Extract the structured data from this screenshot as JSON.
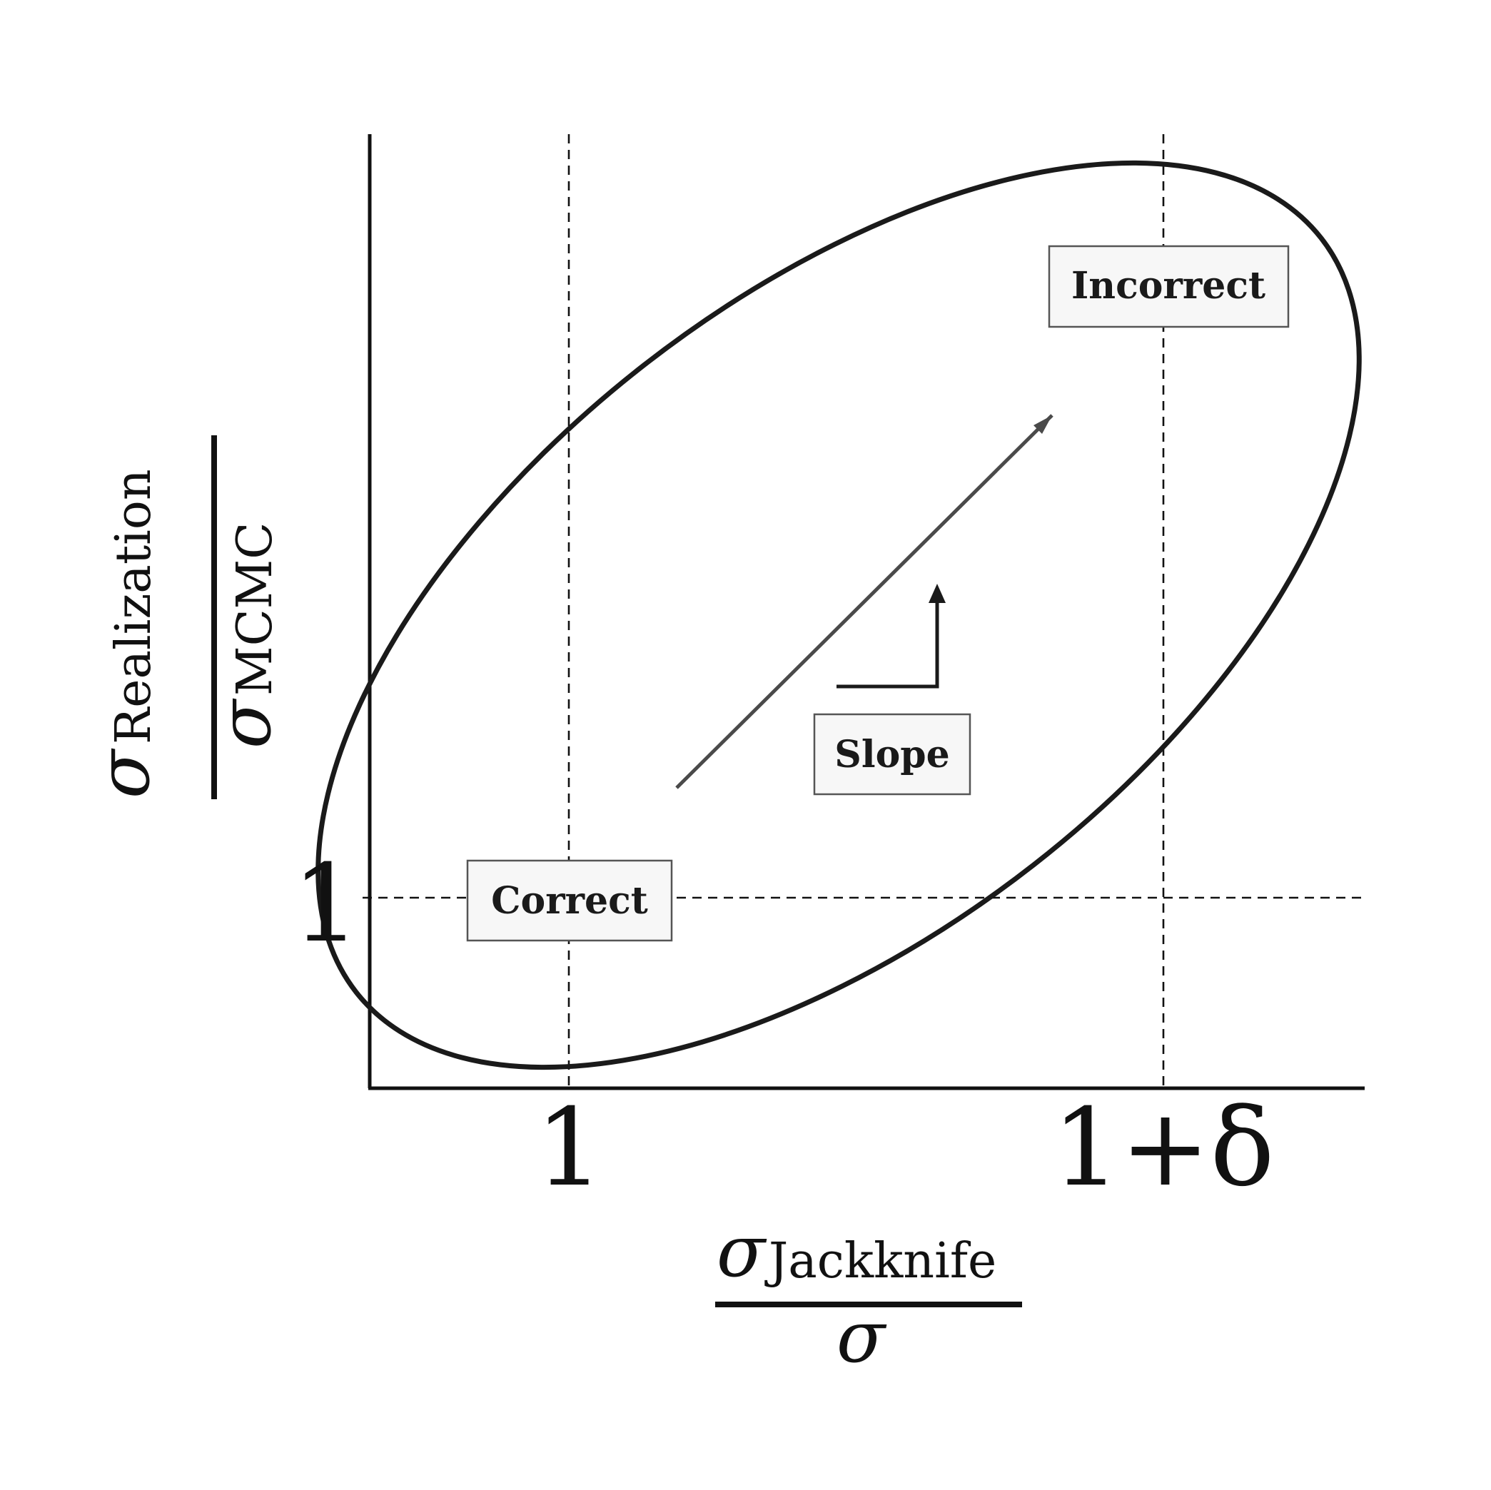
{
  "diagram": {
    "labels": {
      "correct": "Correct",
      "incorrect": "Incorrect",
      "slope": "Slope"
    },
    "x_axis": {
      "ticks": [
        "1",
        "1+δ"
      ],
      "label": {
        "numerator_symbol": "σ",
        "numerator_subscript": "Jackknife",
        "denominator_symbol": "σ"
      }
    },
    "y_axis": {
      "ticks": [
        "1"
      ],
      "label": {
        "numerator_symbol": "σ",
        "numerator_subscript": "Realization",
        "denominator_symbol": "σ",
        "denominator_subscript": "MCMC"
      }
    },
    "colors": {
      "axis": "#111111",
      "ellipse": "#1a1a1a",
      "arrow": "#4a4a4a",
      "box_fill": "#f7f7f7",
      "box_stroke": "#555555"
    }
  }
}
